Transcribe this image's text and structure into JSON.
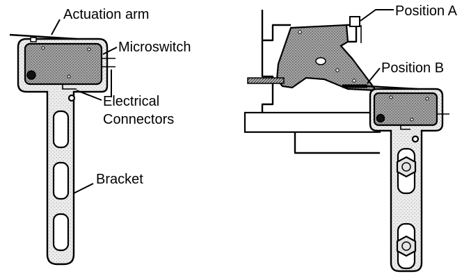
{
  "labels": {
    "actuation_arm": "Actuation arm",
    "microswitch": "Microswitch",
    "electrical_line1": "Electrical",
    "electrical_line2": "Connectors",
    "bracket": "Bracket",
    "position_a": "Position A",
    "position_b": "Position B"
  },
  "colors": {
    "ink": "#000000",
    "background": "#ffffff",
    "stipple_fill": "#9a9a9a",
    "bracket_fill": "#e8e8e8"
  }
}
